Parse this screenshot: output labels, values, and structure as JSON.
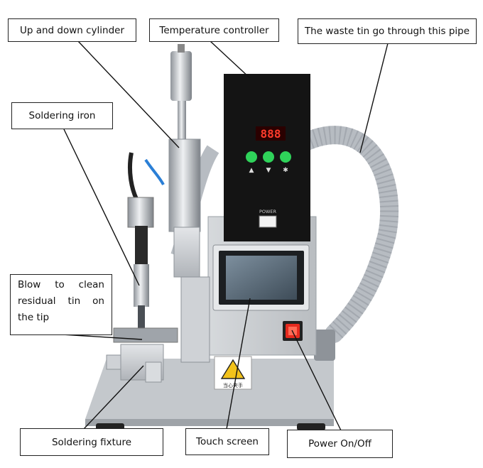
{
  "labels": {
    "cylinder": "Up and down cylinder",
    "temp_controller": "Temperature controller",
    "waste_pipe": "The waste tin go through this pipe",
    "soldering_iron": "Soldering iron",
    "blow_clean": "Blow to clean residual tin on the tip",
    "fixture": "Soldering fixture",
    "touch_screen": "Touch screen",
    "power": "Power On/Off"
  },
  "machine_markings": {
    "display": "888",
    "power_switch": "POWER",
    "button_glyphs": [
      "▲",
      "▼",
      "✱"
    ],
    "warning_sign": "当心夹手"
  },
  "colors": {
    "panel_black": "#141414",
    "button_green": "#2fd35a",
    "display_red": "#ff3b2b",
    "power_red": "#e62a1e",
    "frame_silver": "#c9ccd0",
    "hose_grey": "#b7bcc2"
  }
}
